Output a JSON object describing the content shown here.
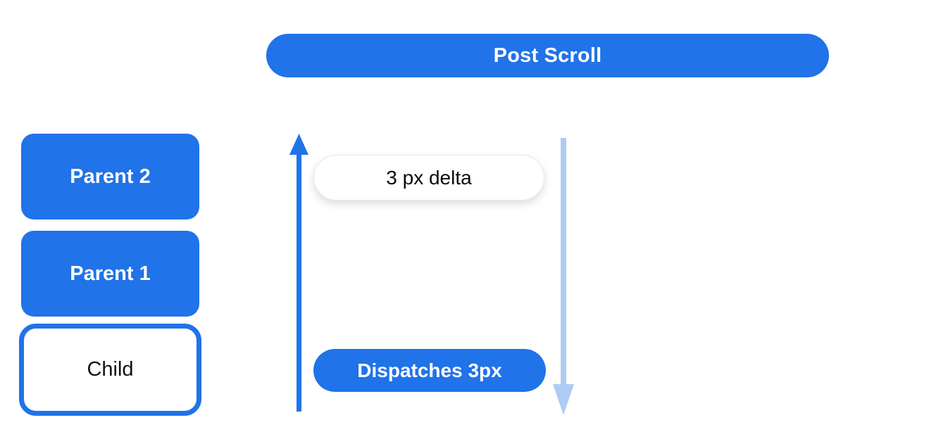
{
  "banner": {
    "label": "Post Scroll"
  },
  "nodes": [
    {
      "label": "Parent 2"
    },
    {
      "label": "Parent 1"
    },
    {
      "label": "Child"
    }
  ],
  "flow": {
    "delta_label": "3 px delta",
    "dispatch_label": "Dispatches 3px"
  },
  "icons": {
    "up_arrow": "scroll-up-arrow",
    "down_arrow": "scroll-down-arrow"
  },
  "colors": {
    "primary_blue": "#2073E8",
    "light_blue": "#AECBF5",
    "pill_border": "#E9E9E9",
    "text_black": "#0B0B0B",
    "background": "#FFFFFF"
  }
}
